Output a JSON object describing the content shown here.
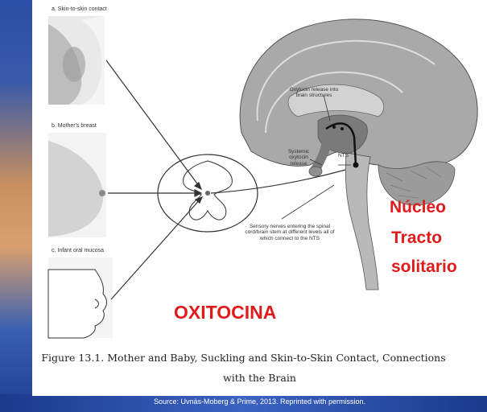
{
  "panels": {
    "a": "a. Skin-to-skin contact",
    "b": "b. Mother's breast",
    "c": "c. Infant oral mucosa"
  },
  "annotations": {
    "oxytocin_brain": "Oxytocin release into brain structures",
    "systemic": "Systemic oxytocin release",
    "nts": "NTS",
    "sensory": "Sensory nerves entering the spinal cord/brain stem at different levels all of which connect to the NTS"
  },
  "overlay": {
    "nucleo": "Núcleo",
    "tracto": "Tracto",
    "solitario": "solitario",
    "oxitocina": "OXITOCINA"
  },
  "caption": {
    "line1": "Figure 13.1. Mother and Baby, Suckling and Skin-to-Skin Contact, Connections",
    "line2": "with the Brain"
  },
  "source": "Source: Uvnäs-Moberg & Prime, 2013. Reprinted with permission.",
  "colors": {
    "background": "#1f3f8f",
    "accent_red": "#e01b1b",
    "brain_gray": "#a9a9a9",
    "brain_dark": "#7a7a7a"
  }
}
